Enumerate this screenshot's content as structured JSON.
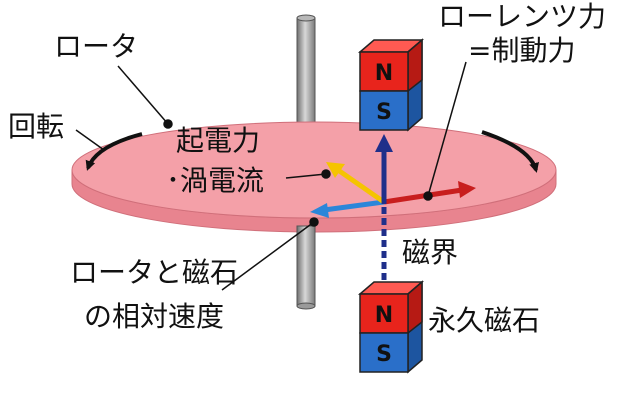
{
  "labels": {
    "rotor": "ロータ",
    "rotation": "回転",
    "emf_line1": "起電力",
    "emf_line2": "･渦電流",
    "lorentz_line1": "ローレンツ力",
    "lorentz_line2": "=制動力",
    "magnetic_field": "磁界",
    "permanent_magnet": "永久磁石",
    "relative_velocity_line1": "ロータと磁石",
    "relative_velocity_line2": "の相対速度"
  },
  "magnets": {
    "upper": {
      "top_pole": "N",
      "bottom_pole": "S"
    },
    "lower": {
      "top_pole": "N",
      "bottom_pole": "S"
    }
  },
  "colors": {
    "rotor_fill": "#f4a0a8",
    "rotor_edge": "#e8848f",
    "north_pole": "#e8241c",
    "south_pole": "#2a6fc9",
    "field_arrow": "#1f2f8a",
    "eddy_arrow": "#f5c400",
    "velocity_arrow": "#2b86d9",
    "force_arrow": "#c81e1e",
    "shaft": "#8e8e8e"
  },
  "icons": {
    "field": "arrow-up-icon",
    "eddy": "arrow-upleft-icon",
    "velocity": "arrow-left-icon",
    "force": "arrow-right-icon",
    "rotation": "curved-arrow-icon"
  }
}
